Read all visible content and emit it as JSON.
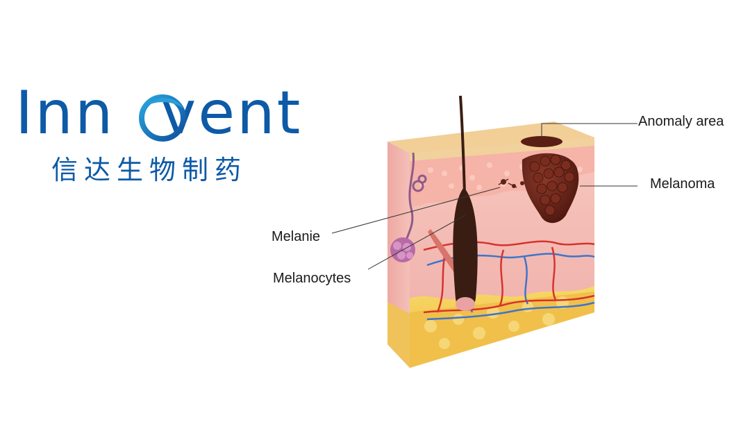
{
  "brand": {
    "name_en": "Innovent",
    "name_en_before_o": "Inn",
    "name_en_after_o": "vent",
    "name_cn": "信达生物制药",
    "color": "#0d5aa7",
    "accent_color": "#2a9fd8"
  },
  "diagram": {
    "labels": {
      "anomaly_area": "Anomaly area",
      "melanoma": "Melanoma",
      "melanie": "Melanie",
      "melanocytes": "Melanocytes"
    },
    "colors": {
      "top_layer": "#f2cf97",
      "epidermis": "#f7bdb2",
      "dermis": "#f6c5c0",
      "fat": "#f3c94e",
      "melanoma": "#6b2418",
      "hair": "#3a1d12",
      "artery": "#d6322e",
      "vein": "#3f74c9"
    }
  }
}
